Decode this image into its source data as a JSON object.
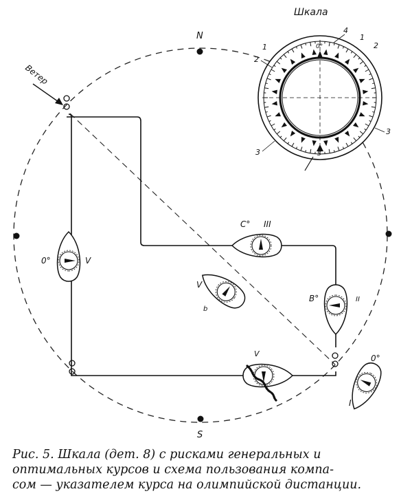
{
  "figure": {
    "scale_title": "Шкала",
    "wind_label": "Ветер",
    "north": "N",
    "south": "S",
    "scale_numbers": {
      "n1": "1",
      "n2": "2",
      "n3a": "3",
      "n3b": "3",
      "n4": "4",
      "n2b": "2",
      "n1b": "1"
    },
    "scale_zero": "0°",
    "scale_s": "S",
    "course_labels": {
      "left": "V",
      "left_deg": "0°",
      "top_right": "III",
      "top_right_deg": "C°",
      "middle": "V",
      "middle_sub": "b",
      "right": "II",
      "right_deg": "B°",
      "bottom": "V",
      "bottom_right": "I",
      "bottom_right_deg": "0°"
    }
  },
  "caption": {
    "line1": "Рис. 5. Шкала (дет. 8) с рисками генеральных и",
    "line2": "оптимальных курсов и схема пользования компа-",
    "line3": "сом — указателем курса на олимпийской дистанции."
  }
}
